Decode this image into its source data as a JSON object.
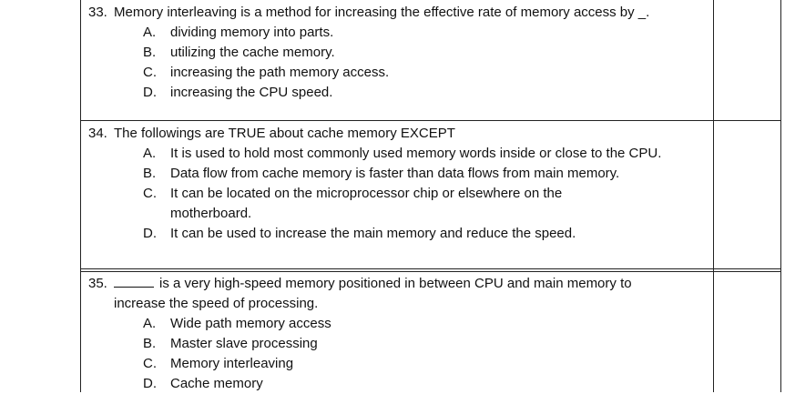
{
  "questions": [
    {
      "number": "33.",
      "stem": "Memory interleaving is a method for increasing the effective rate of memory access by _.",
      "options": [
        {
          "letter": "A.",
          "text": "dividing memory into parts."
        },
        {
          "letter": "B.",
          "text": "utilizing the cache memory."
        },
        {
          "letter": "C.",
          "text": "increasing the path memory access."
        },
        {
          "letter": "D.",
          "text": "increasing the CPU speed."
        }
      ]
    },
    {
      "number": "34.",
      "stem": "The followings are TRUE about cache memory EXCEPT",
      "options": [
        {
          "letter": "A.",
          "text": "It is used to hold most commonly used memory words inside or close to the CPU."
        },
        {
          "letter": "B.",
          "text": "Data flow from cache memory is faster than data flows from main memory."
        },
        {
          "letter": "C.",
          "text": "It can be located on the microprocessor chip or elsewhere on the",
          "continuation": "motherboard."
        },
        {
          "letter": "D.",
          "text": "It can be used to increase the main memory and reduce the speed."
        }
      ]
    },
    {
      "number": "35.",
      "stem": "is a very high-speed memory positioned in between CPU and main memory to",
      "stem_continuation": "increase the speed of processing.",
      "options": [
        {
          "letter": "A.",
          "text": "Wide path memory access"
        },
        {
          "letter": "B.",
          "text": "Master slave processing"
        },
        {
          "letter": "C.",
          "text": "Memory interleaving"
        },
        {
          "letter": "D.",
          "text": "Cache memory"
        }
      ]
    }
  ]
}
